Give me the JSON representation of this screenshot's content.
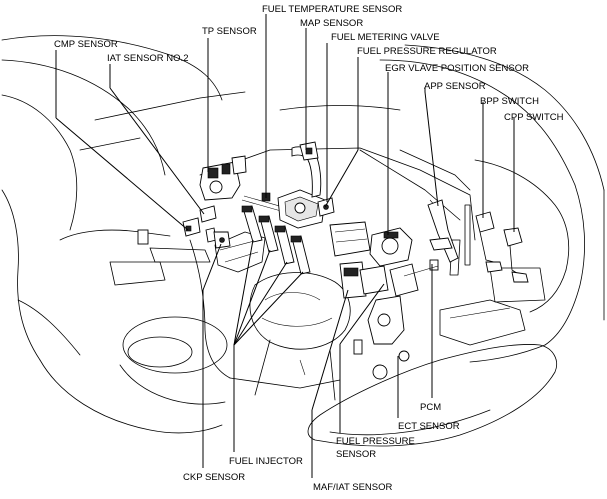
{
  "labels": {
    "fuel_temperature_sensor": "FUEL TEMPERATURE SENSOR",
    "map_sensor": "MAP SENSOR",
    "tp_sensor": "TP SENSOR",
    "fuel_metering_valve": "FUEL METERING VALVE",
    "cmp_sensor": "CMP SENSOR",
    "fuel_pressure_regulator": "FUEL PRESSURE REGULATOR",
    "iat_sensor_no2": "IAT SENSOR NO.2",
    "egr_valve_position_sensor": "EGR VLAVE POSITION SENSOR",
    "app_sensor": "APP SENSOR",
    "bpp_switch": "BPP SWITCH",
    "cpp_switch": "CPP SWITCH",
    "pcm": "PCM",
    "ect_sensor": "ECT SENSOR",
    "fuel_pressure_sensor_line1": "FUEL PRESSURE",
    "fuel_pressure_sensor_line2": "SENSOR",
    "fuel_injector": "FUEL INJECTOR",
    "ckp_sensor": "CKP SENSOR",
    "maf_iat_sensor": "MAF/IAT SENSOR"
  }
}
